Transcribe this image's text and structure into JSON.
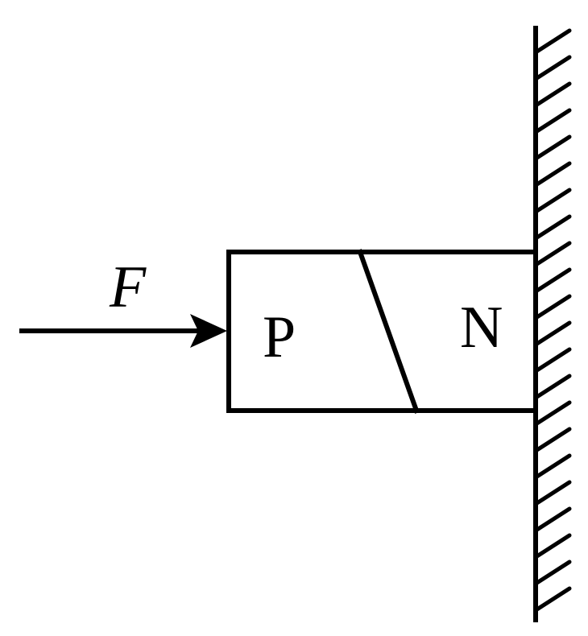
{
  "labels": {
    "force": "F",
    "block_left": "P",
    "block_right": "N"
  },
  "colors": {
    "ink": "#000000",
    "background": "#ffffff"
  }
}
